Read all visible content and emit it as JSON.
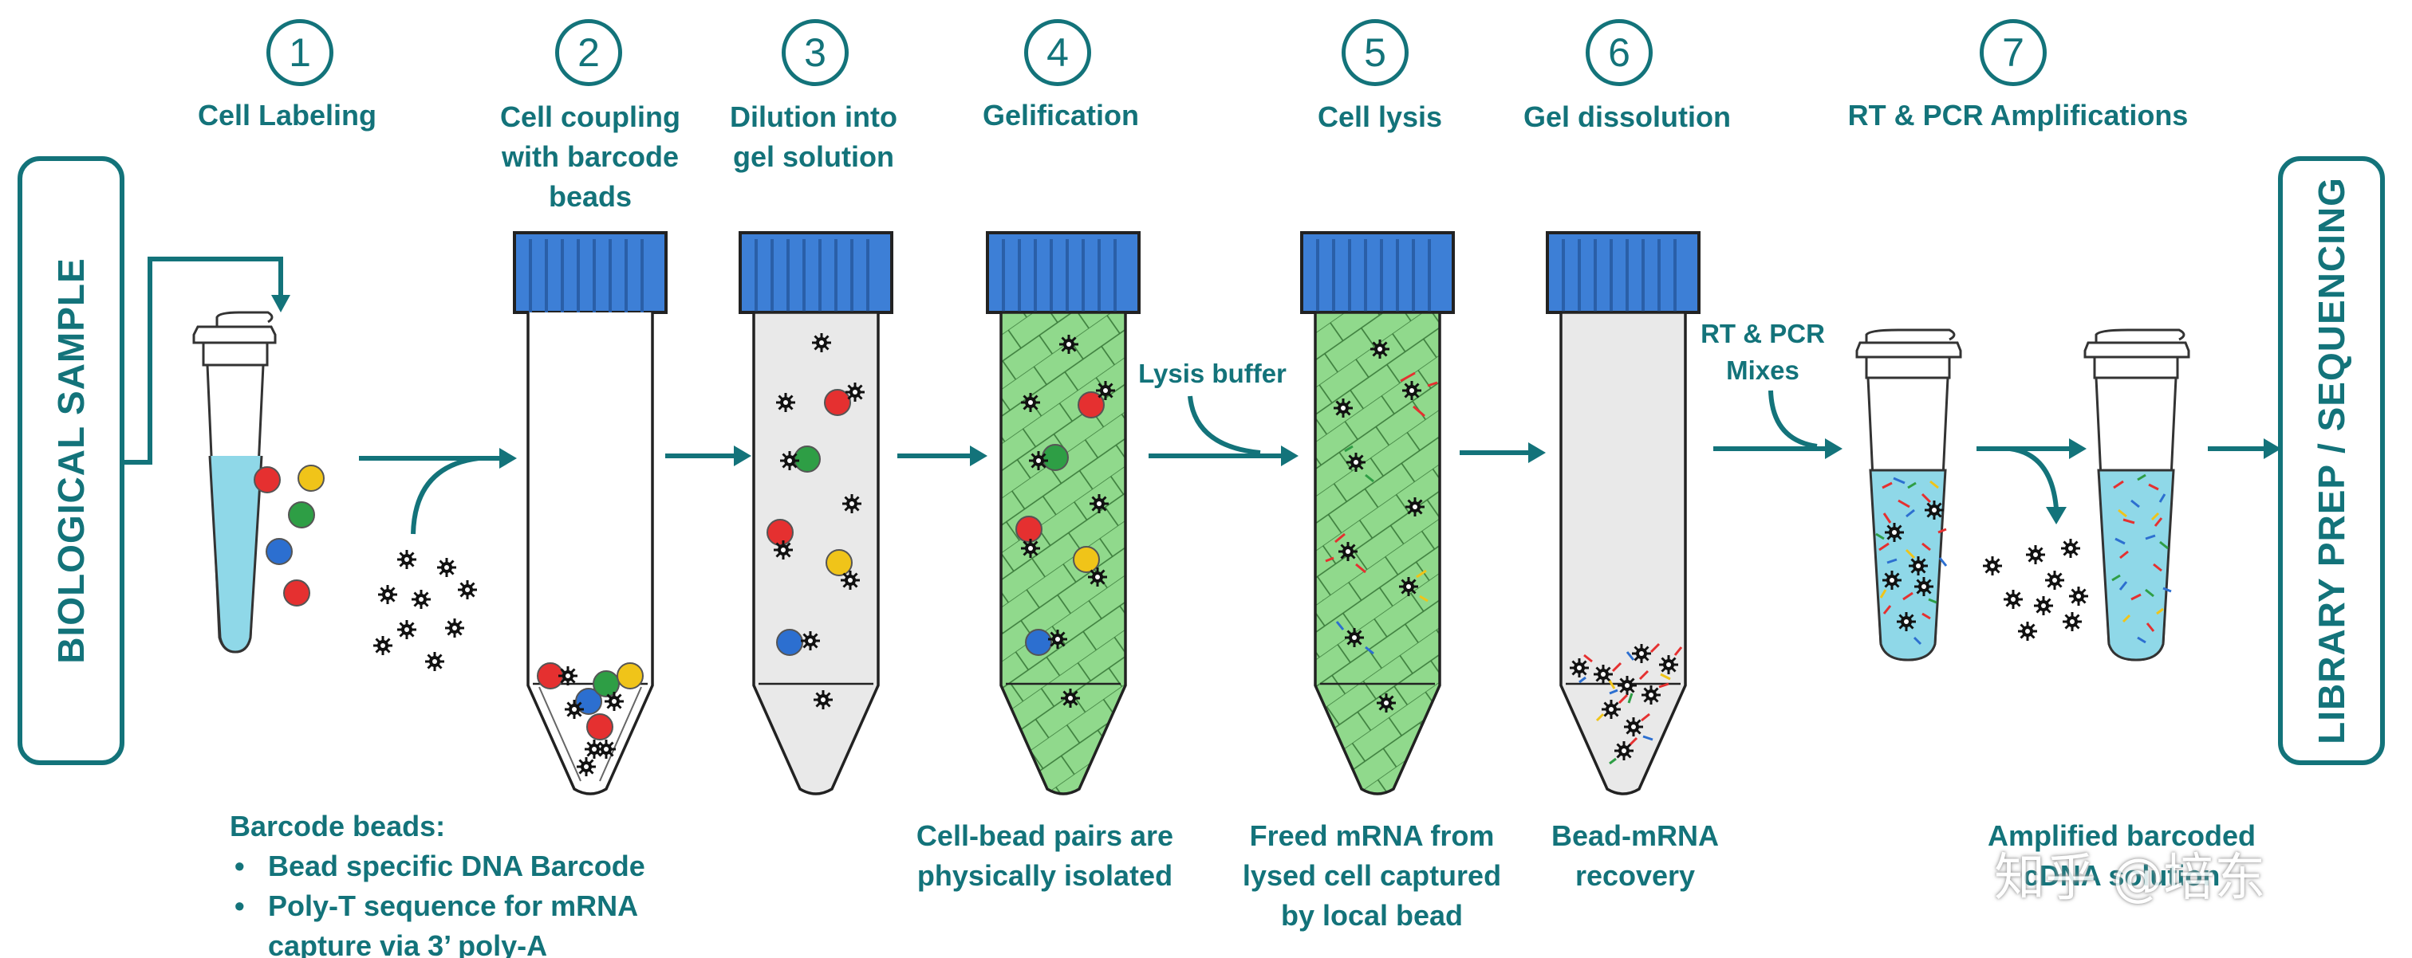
{
  "steps": [
    {
      "number": "1",
      "label_lines": [
        "Cell Labeling"
      ]
    },
    {
      "number": "2",
      "label_lines": [
        "Cell coupling",
        "with barcode",
        "beads"
      ]
    },
    {
      "number": "3",
      "label_lines": [
        "Dilution into",
        "gel solution"
      ]
    },
    {
      "number": "4",
      "label_lines": [
        "Gelification"
      ]
    },
    {
      "number": "5",
      "label_lines": [
        "Cell lysis"
      ]
    },
    {
      "number": "6",
      "label_lines": [
        "Gel dissolution"
      ]
    },
    {
      "number": "7",
      "label_lines": [
        "RT & PCR Amplifications"
      ]
    }
  ],
  "side_boxes": {
    "left": "BIOLOGICAL SAMPLE",
    "right": "LIBRARY PREP / SEQUENCING"
  },
  "reagent_labels": {
    "lysis": "Lysis buffer",
    "rt_pcr": [
      "RT & PCR",
      "Mixes"
    ]
  },
  "barcode_notes": {
    "title": "Barcode beads:",
    "items": [
      [
        "Bead specific DNA Barcode"
      ],
      [
        "Poly-T sequence for mRNA",
        "capture via 3’ poly-A"
      ]
    ]
  },
  "captions": [
    [
      "Cell-bead pairs are",
      "physically isolated"
    ],
    [
      "Freed mRNA from",
      "lysed cell captured",
      "by local bead"
    ],
    [
      "Bead-mRNA",
      "recovery"
    ],
    [
      "Amplified barcoded",
      "cDNA solution"
    ]
  ],
  "watermark": "知乎 @培东",
  "colors": {
    "teal": "#13737a",
    "cap_blue": "#3d7fd6",
    "gel_green": "#90d98c",
    "liquid_blue": "#8fd8e8",
    "dilution_gray": "#e9e9e9",
    "cell_red": "#e53030",
    "cell_green": "#2e9e45",
    "cell_blue": "#2c6fd0",
    "cell_yellow": "#f0c419"
  }
}
